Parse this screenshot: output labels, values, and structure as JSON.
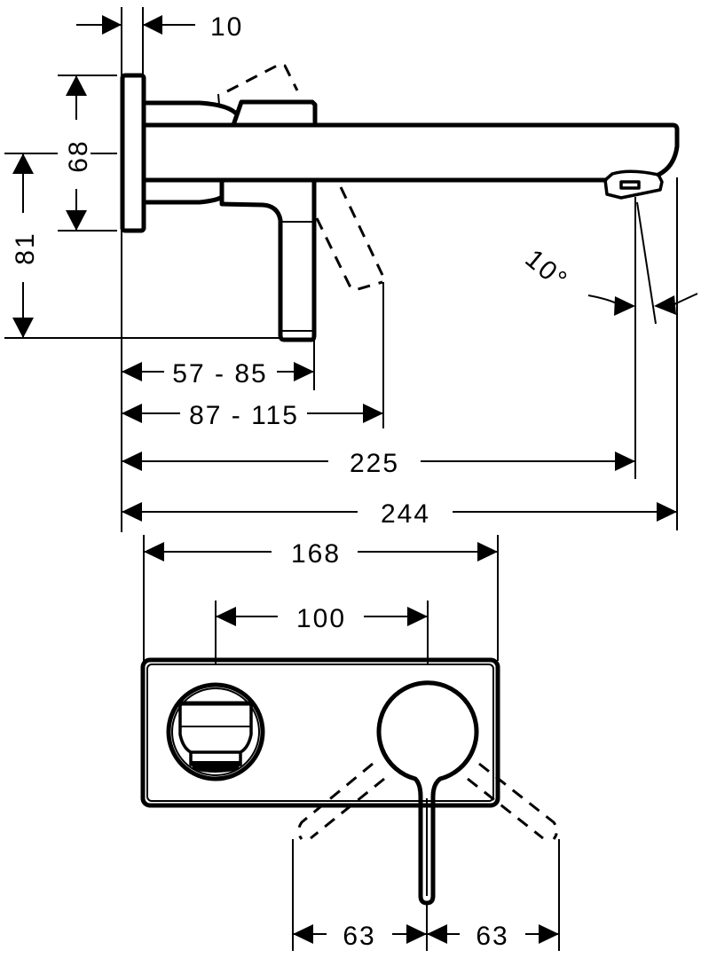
{
  "drawing": {
    "title": "Wall-mounted basin mixer dimension drawing",
    "units": "mm",
    "colors": {
      "line": "#000000",
      "background": "#ffffff"
    },
    "side_view": {
      "dimensions": {
        "rosette_depth": "10",
        "rosette_height": "68",
        "lever_height_below_axis": "81",
        "lever_projection": "57 - 85",
        "lever_swing_projection": "87 - 115",
        "spout_reach_outlet": "225",
        "spout_reach_total": "244",
        "outlet_angle": "10°"
      }
    },
    "front_view": {
      "dimensions": {
        "plate_width": "168",
        "spout_to_lever_distance": "100",
        "lever_swing_left": "63",
        "lever_swing_right": "63"
      }
    }
  }
}
